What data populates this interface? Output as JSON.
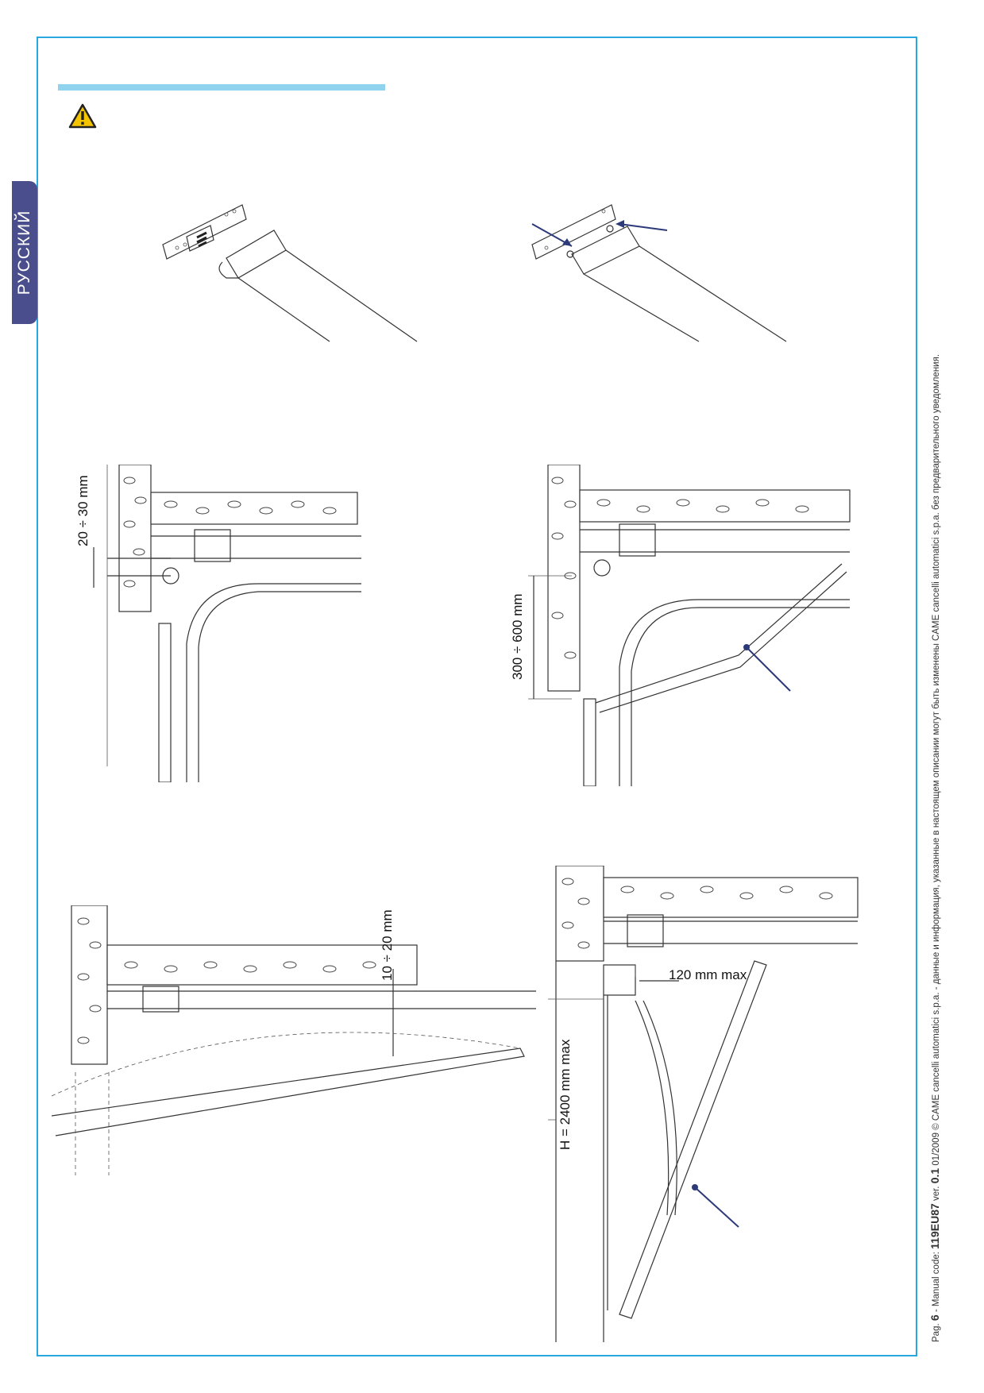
{
  "language_tab": "РУССКИЙ",
  "dimensions": {
    "d1": "20 ÷ 30 mm",
    "d2": "300 ÷ 600 mm",
    "d3": "10 ÷ 20 mm",
    "d4": "120 mm max",
    "d5": "H = 2400 mm max"
  },
  "footer": {
    "pag_label": "Pag.",
    "page_number": "6",
    "manual_code_label": "- Manual code:",
    "manual_code": "119EU87",
    "ver_label": "ver.",
    "version": "0.1",
    "date_copyright": "01/2009 © CAME cancelli automatici s.p.a. - данные и информация, указанные в настоящем описании могут быть изменены CAME cancelli automatici s.p.a. без предварительного уведомления."
  },
  "colors": {
    "frame": "#29a8e0",
    "top_bar": "#8fd3ef",
    "lang_tab": "#4a4e8c",
    "callout_arrow": "#2c3a7a",
    "warning": "#f5c400"
  },
  "icons": [
    "warning-icon"
  ]
}
